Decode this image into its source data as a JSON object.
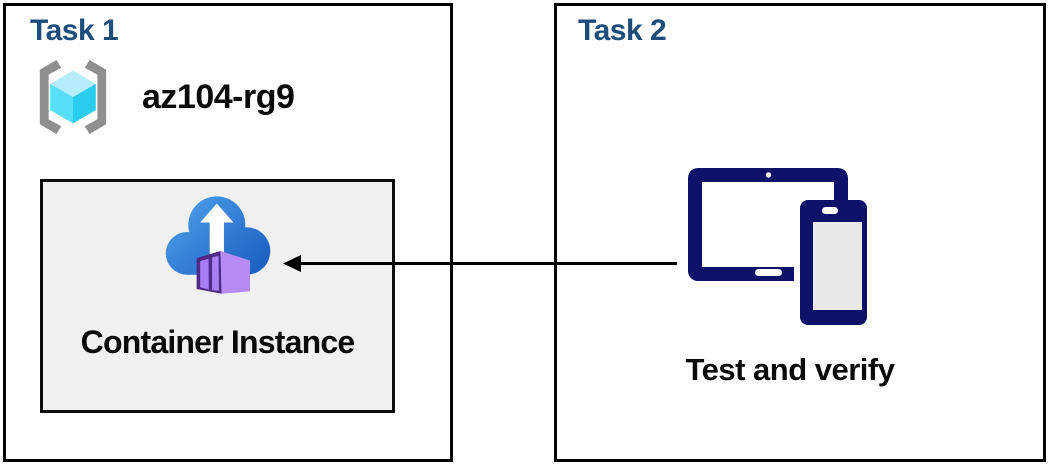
{
  "diagram": {
    "task1": {
      "title": "Task 1",
      "resource_group": {
        "icon": "resource-group-icon",
        "name": "az104-rg9"
      },
      "container_instance": {
        "icon": "container-instance-icon",
        "label": "Container Instance"
      }
    },
    "task2": {
      "title": "Task 2",
      "devices": {
        "icon": "devices-icon",
        "label": "Test and verify"
      }
    },
    "connector": {
      "from": "task2-devices",
      "to": "task1-container-instance",
      "direction": "right-to-left",
      "style": "solid-arrow"
    },
    "colors": {
      "title_blue": "#1c4d7c",
      "box_border": "#000000",
      "container_box_bg": "#f1f1f1",
      "text_black": "#0a0a0a",
      "device_navy": "#0d1168",
      "cloud_blue_light": "#4a9be8",
      "cloud_blue_dark": "#1b5fc0",
      "container_front_purple": "#4f2a86",
      "container_door_purple": "#a97ef2",
      "container_side_purple": "#b78bf4",
      "cube_top_cyan": "#b5edfb",
      "cube_left_cyan": "#57e0f8",
      "cube_right_cyan": "#2bcdee",
      "bracket_gray": "#8f8f8f",
      "arrow_black": "#000000"
    }
  }
}
